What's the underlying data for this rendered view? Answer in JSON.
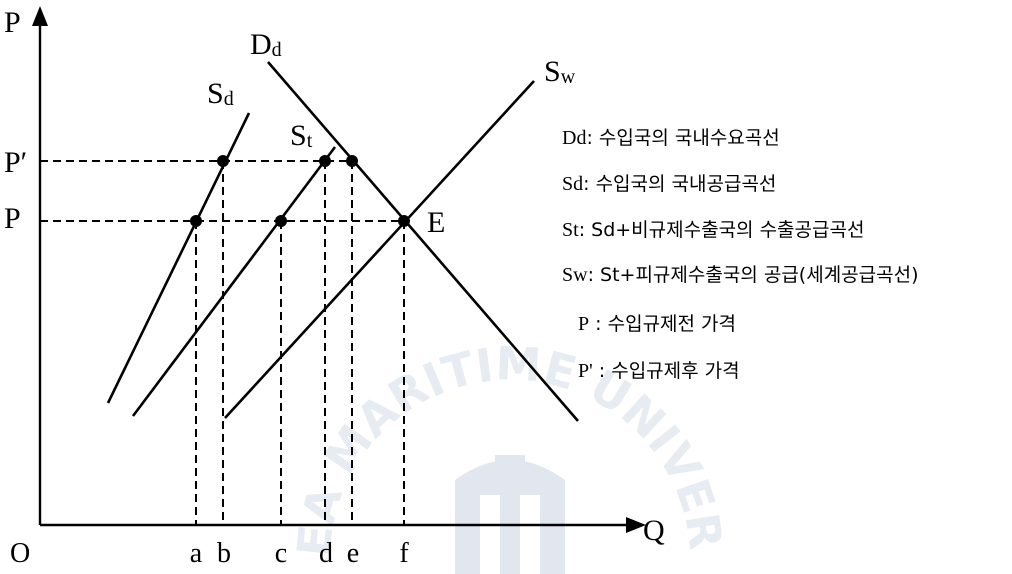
{
  "axes": {
    "y_label": "P",
    "x_label": "Q",
    "origin_label": "O"
  },
  "price_labels": {
    "p": "P",
    "p_prime": "P′"
  },
  "q_labels": [
    "a",
    "b",
    "c",
    "d",
    "e",
    "f"
  ],
  "curves": {
    "demand": {
      "main": "D",
      "sub": "d"
    },
    "supply_domestic": {
      "main": "S",
      "sub": "d"
    },
    "supply_total": {
      "main": "S",
      "sub": "t"
    },
    "supply_world": {
      "main": "S",
      "sub": "w"
    }
  },
  "equilibrium_label": "E",
  "legend": [
    {
      "key_main": "D",
      "key_sub": "d",
      "text": ": 수입국의 국내수요곡선"
    },
    {
      "key_main": "S",
      "key_sub": "d",
      "text": ": 수입국의 국내공급곡선"
    },
    {
      "key_main": "S",
      "key_sub": "t",
      "text": ": Sd+비규제수출국의 수출공급곡선"
    },
    {
      "key_main": "S",
      "key_sub": "w",
      "text": ": St+피규제수출국의 공급(세계공급곡선)"
    },
    {
      "key_main": "P",
      "key_sub": "",
      "text": " : 수입규제전 가격"
    },
    {
      "key_main": "P'",
      "key_sub": "",
      "text": " : 수입규제후 가격"
    }
  ],
  "watermark": {
    "text": "KOREA MARITIME UNIVERSITY",
    "color": "#c9d3e3"
  },
  "colors": {
    "line": "#000000",
    "background": "#ffffff"
  }
}
